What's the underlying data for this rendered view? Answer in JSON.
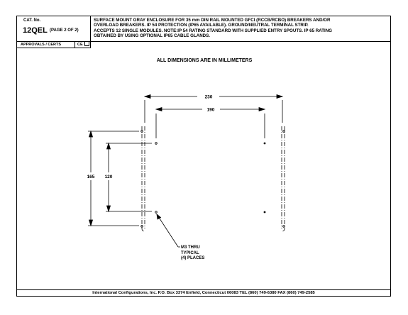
{
  "header": {
    "cat_label": "CAT. No.",
    "cat_number": "12QEL",
    "page_of": "(PAGE 2 OF 2)",
    "description_lines": [
      "SURFACE MOUNT GRAY ENCLOSURE FOR 35 mm DIN RAIL MOUNTED GFCI (RCCB/RCBO) BREAKERS  AND/OR",
      "OVERLOAD BREAKERS. IP 54 PROTECTION (IP65 AVAILABLE). GROUND/NEUTRAL TERMINAL STRIP.",
      "ACCEPTS 12 SINGLE MODULES.    NOTE:IP 54 RATING STANDARD WITH SUPPLIED ENTRY SPOUTS.  IP 65 RATING",
      "OBTAINED BY USING OPTIONAL IP65 CABLE GLANDS."
    ],
    "approvals_label": "APPROVALS / CERTS",
    "cert_mark": "CE"
  },
  "drawing": {
    "units_note": "ALL DIMENSIONS ARE IN MILLIMETERS",
    "dim_overall_width": "230",
    "dim_hole_width": "190",
    "dim_overall_height": "165",
    "dim_hole_height": "120",
    "callout_lines": [
      "M3 THRU",
      "TYPICAL",
      "(4) PLACES"
    ]
  },
  "footer": {
    "text": "International Configurations, Inc.  P.O. Box 3374  Enfield, Connecticut 06083  TEL (860) 749-6380  FAX (860) 749-2585"
  }
}
